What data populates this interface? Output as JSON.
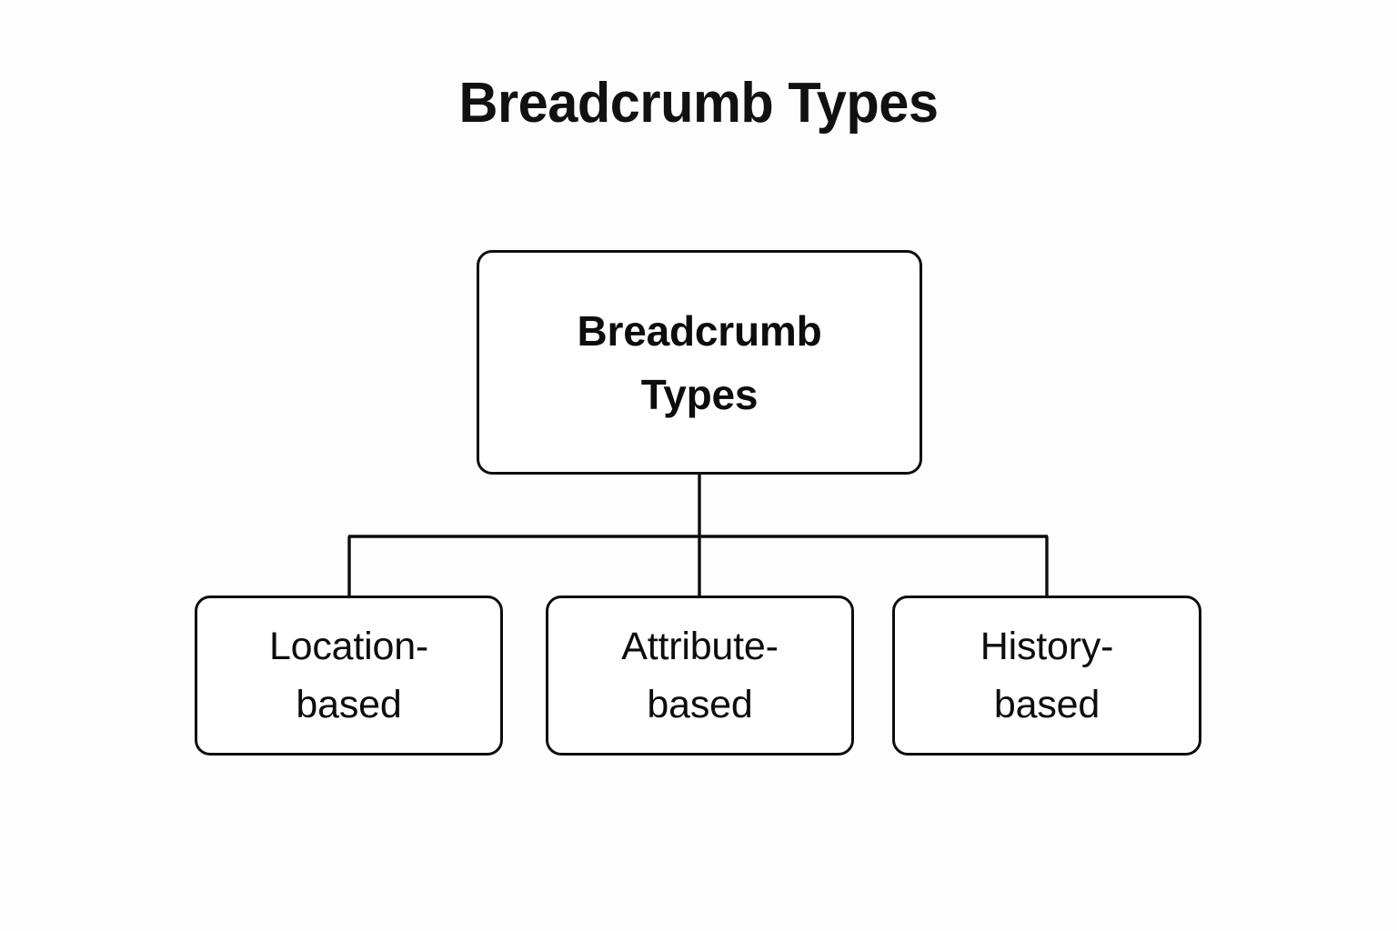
{
  "page": {
    "title": "Breadcrumb Types",
    "background_color": "#fdfdfd",
    "stroke_color": "#0d0d0d",
    "node_fill_color": "#ffffff",
    "text_color": "#0d0d0d"
  },
  "diagram": {
    "type": "tree",
    "orientation": "top-down",
    "root": {
      "label": "Breadcrumb\nTypes",
      "line1": "Breadcrumb",
      "line2": "Types"
    },
    "children": [
      {
        "label": "Location-\nbased",
        "line1": "Location-",
        "line2": "based"
      },
      {
        "label": "Attribute-\nbased",
        "line1": "Attribute-",
        "line2": "based"
      },
      {
        "label": "History-\nbased",
        "line1": "History-",
        "line2": "based"
      }
    ]
  }
}
